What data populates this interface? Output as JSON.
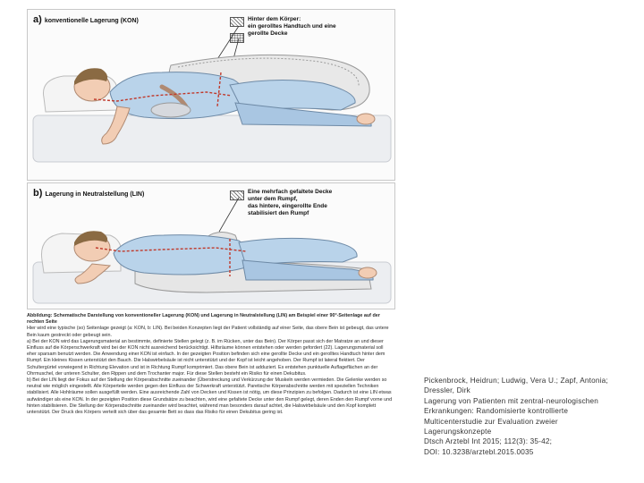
{
  "figure": {
    "panel_a": {
      "label_letter": "a)",
      "label_text": "konventionelle Lagerung (KON)",
      "legend_1": "Hinter dem Körper:",
      "legend_2": "ein gerolltes Handtuch und eine",
      "legend_3": "gerollte Decke"
    },
    "panel_b": {
      "label_letter": "b)",
      "label_text": "Lagerung in Neutralstellung (LIN)",
      "legend_1": "Eine mehrfach gefaltete Decke",
      "legend_2": "unter dem Rumpf,",
      "legend_3": "das hintere, eingerollte Ende",
      "legend_4": "stabilisiert den Rumpf"
    },
    "caption": {
      "title": "Abbildung: Schematische Darstellung von konventioneller Lagerung (KON) und Lagerung in Neutralstellung (LIN) am Beispiel einer 90°-Seitenlage auf der rechten Seite",
      "line_1": "Hier wird eine typische (so) Seitenlage gezeigt (a: KON, b: LIN). Bei beiden Konzepten liegt der Patient vollständig auf einer Seite, das obere Bein ist gebeugt, das untere Bein kaum gestreckt oder gebeugt sein.",
      "line_2": "a) Bei der KON wird das Lagerungsmaterial an bestimmte, definierte Stellen gelegt (z. B. im Rücken, unter das Bein). Der Körper passt sich der Matratze an und dieser Einfluss auf die Körperschwerkraft wird bei der KON nicht ausreichend berücksichtigt. Hilfsräume können entstehen oder werden gefordert (22). Lagerungsmaterial soll eher sparsam benutzt werden. Die Anwendung einer KON ist einfach. In der gezeigten Position befinden sich eine gerollte Decke und ein gerolltes Handtuch hinter dem Rumpf. Ein kleines Kissen unterstützt den Bauch. Die Halswirbelsäule ist nicht unterstützt und der Kopf ist leicht angehoben. Der Rumpf ist lateral flektiert. Der Schultergürtel vorwiegend in Richtung Elevation und ist in Richtung Rumpf komprimiert. Das obere Bein ist adduziert. Es entstehen punktuelle Auflageflächen an der Ohrmuschel, der unteren Schulter, den Rippen und dem Trochanter major. Für diese Stellen besteht ein Risiko für einen Dekubitus.",
      "line_3": "b) Bei der LIN liegt der Fokus auf der Stellung der Körperabschnitte zueinander (Überstreckung und Verkürzung der Muskeln werden vermieden. Die Gelenke werden so neutral wie möglich eingestellt. Alle Körperteile werden gegen den Einfluss der Schwerkraft unterstützt. Paretische Körperabschnitte werden mit speziellen Techniken stabilisiert. Alle Hohlräume sollen ausgefüllt werden. Eine ausreichende Zahl von Decken und Kissen ist nötig, um diese Prinzipien zu befolgen. Dadurch ist eine LIN etwas aufwändiger als eine KON. In der gezeigten Position diese Grundsätze zu beachten, wird eine gefaltete Decke unter den Rumpf gelegt, deren Enden den Rumpf vorne und hinten stabilisieren. Die Stellung der Körperabschnitte zueinander wird beachtet, während man besonders darauf achtet, die Halswirbelsäule und den Kopf komplett unterstützt. Der Druck des Körpers verteilt sich über das gesamte Bett so dass das Risiko für einen Dekubitus gering ist."
    }
  },
  "citation": {
    "line_1": "Pickenbrock, Heidrun; Ludwig, Vera U.; Zapf, Antonia;",
    "line_2": "Dressler, Dirk",
    "line_3": "Lagerung von Patienten mit zentral-neurologischen",
    "line_4": "Erkrankungen: Randomisierte kontrollierte",
    "line_5": "Multicenterstudie zur Evaluation zweier",
    "line_6": "Lagerungskonzepte",
    "line_7": "Dtsch Arztebl Int 2015; 112(3): 35-42;",
    "line_8": "DOI: 10.3238/arztebl.2015.0035"
  },
  "colors": {
    "skin": "#f2cdb4",
    "shirt": "#b9d3ea",
    "hair": "#8a6a43",
    "blanket": "#e4e6ea",
    "marker": "#c0392b"
  }
}
